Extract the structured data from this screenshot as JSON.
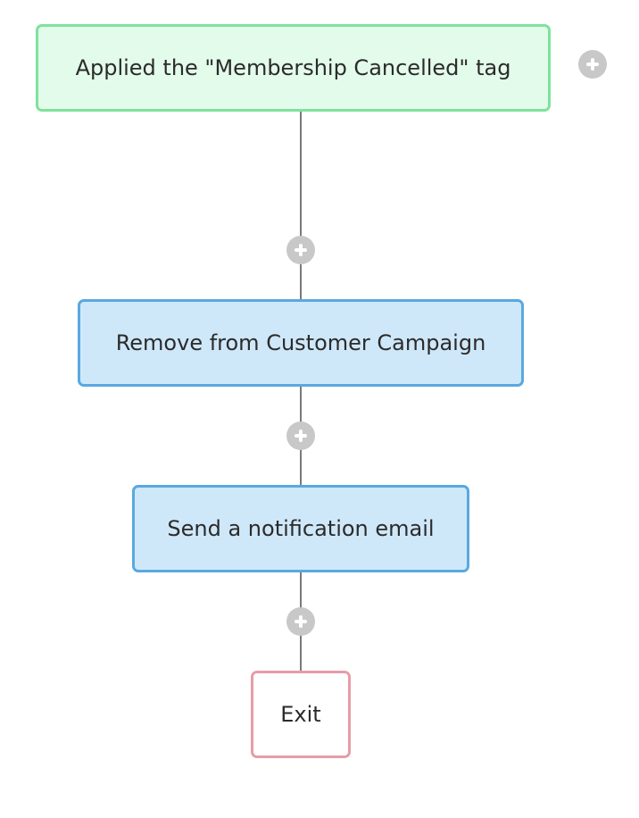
{
  "workflow": {
    "trigger": {
      "label": "Applied the \"Membership Cancelled\" tag",
      "color": "#7fe29c"
    },
    "steps": [
      {
        "label": "Remove from Customer Campaign",
        "color": "#5aa8e0"
      },
      {
        "label": "Send a notification email",
        "color": "#5aa8e0"
      }
    ],
    "exit": {
      "label": "Exit",
      "color": "#e79ca8"
    },
    "add_step_icon": "plus-icon"
  }
}
